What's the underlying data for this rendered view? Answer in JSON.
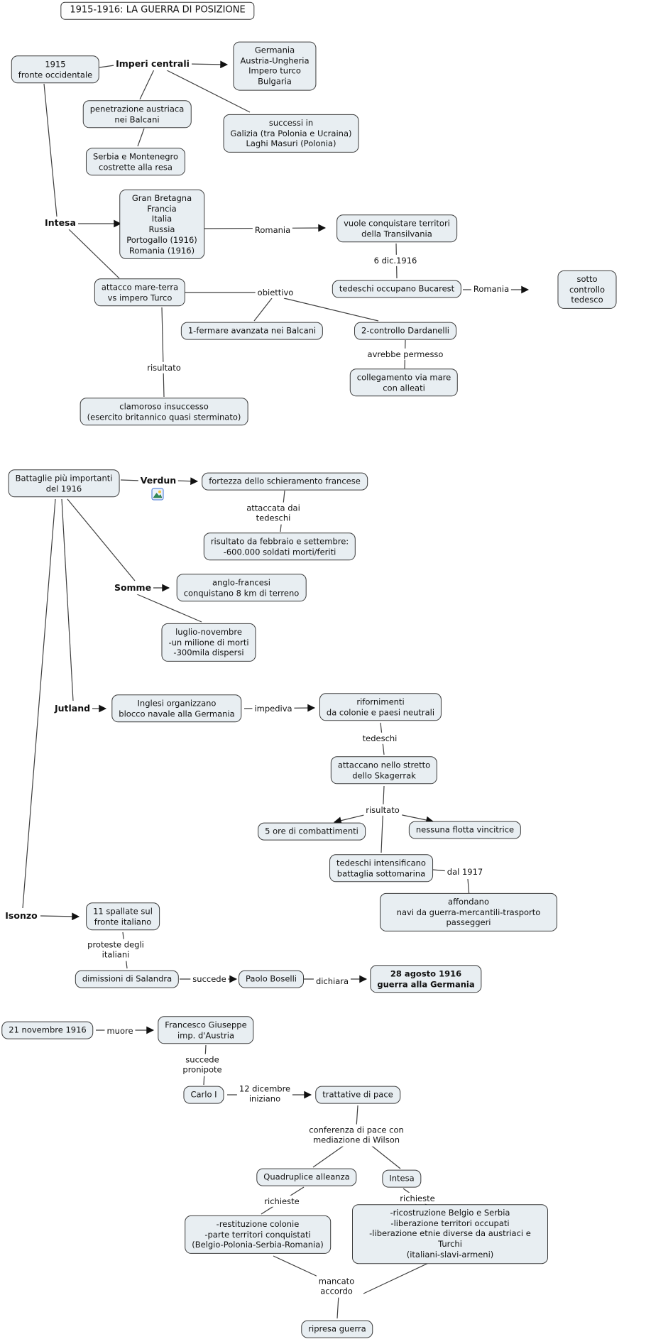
{
  "title": "1915-1916: LA GUERRA DI POSIZIONE",
  "colors": {
    "node_fill": "#e8eef2",
    "node_border": "#3c3c3c",
    "line": "#3f3f3f",
    "attachment_icon_border": "#3b6fd4",
    "attachment_icon_sun": "#f5c33b",
    "attachment_icon_mountain": "#2e8b57"
  },
  "icons": {
    "verdun_attachment": "image-attachment-icon"
  },
  "nodes": {
    "fronte_1915": {
      "label": "1915\nfronte occidentale"
    },
    "germania": {
      "label": "Germania\nAustria-Ungheria\nImpero turco\nBulgaria"
    },
    "penetrazione": {
      "label": "penetrazione austriaca\nnei Balcani"
    },
    "successi": {
      "label": "successi in\nGalizia (tra Polonia e Ucraina)\nLaghi Masuri (Polonia)"
    },
    "serbia": {
      "label": "Serbia e Montenegro\ncostrette alla resa"
    },
    "intesa_paesi": {
      "label": "Gran Bretagna\nFrancia\nItalia\nRussia\nPortogallo (1916)\nRomania (1916)"
    },
    "vuole": {
      "label": "vuole conquistare territori\ndella Transilvania"
    },
    "bucarest": {
      "label": "tedeschi occupano Bucarest"
    },
    "sotto_controllo": {
      "label": "sotto controllo tedesco"
    },
    "attacco": {
      "label": "attacco mare-terra\nvs impero Turco"
    },
    "fermare": {
      "label": "1-fermare avanzata nei Balcani"
    },
    "dardanelli": {
      "label": "2-controllo Dardanelli"
    },
    "collegamento": {
      "label": "collegamento via mare\ncon alleati"
    },
    "clamoroso": {
      "label": "clamoroso insuccesso\n(esercito britannico quasi sterminato)"
    },
    "battaglie": {
      "label": "Battaglie più importanti\ndel 1916"
    },
    "fortezza": {
      "label": "fortezza dello schieramento francese"
    },
    "risultato_verdun": {
      "label": "risultato da febbraio e settembre:\n-600.000 soldati morti/feriti"
    },
    "anglo": {
      "label": "anglo-francesi\nconquistano 8 km di terreno"
    },
    "luglio": {
      "label": "luglio-novembre\n-un milione di morti\n-300mila dispersi"
    },
    "inglesi": {
      "label": "Inglesi organizzano\nblocco navale alla Germania"
    },
    "rifornimenti": {
      "label": "rifornimenti\nda colonie e paesi neutrali"
    },
    "attaccano": {
      "label": "attaccano nello stretto\ndello Skagerrak"
    },
    "cinque_ore": {
      "label": "5 ore di combattimenti"
    },
    "nessuna_flotta": {
      "label": "nessuna flotta vincitrice"
    },
    "intensificano": {
      "label": "tedeschi intensificano\nbattaglia sottomarina"
    },
    "affondano": {
      "label": "affondano\nnavi da guerra-mercantili-trasporto passeggeri"
    },
    "spallate": {
      "label": "11 spallate sul\nfronte italiano"
    },
    "dimissioni": {
      "label": "dimissioni di Salandra"
    },
    "boselli": {
      "label": "Paolo Boselli"
    },
    "guerra_germania": {
      "label": "28 agosto 1916\nguerra alla Germania"
    },
    "nov21": {
      "label": "21 novembre 1916"
    },
    "francesco": {
      "label": "Francesco Giuseppe\nimp. d'Austria"
    },
    "carlo": {
      "label": "Carlo I"
    },
    "trattative": {
      "label": "trattative di pace"
    },
    "quadruplice": {
      "label": "Quadruplice alleanza"
    },
    "intesa_box": {
      "label": "Intesa"
    },
    "restituzione": {
      "label": "-restituzione colonie\n-parte territori conquistati\n(Belgio-Polonia-Serbia-Romania)"
    },
    "ricostruzione": {
      "label": "-ricostruzione Belgio e Serbia\n-liberazione territori occupati\n-liberazione etnie diverse da austriaci e Turchi\n(italiani-slavi-armeni)"
    },
    "ripresa": {
      "label": "ripresa guerra"
    }
  },
  "labels": {
    "imperi": {
      "label": "Imperi centrali"
    },
    "intesa": {
      "label": "Intesa"
    },
    "romania1": {
      "label": "Romania"
    },
    "dic6": {
      "label": "6 dic.1916"
    },
    "romania2": {
      "label": "Romania"
    },
    "obiettivo": {
      "label": "obiettivo"
    },
    "avrebbe": {
      "label": "avrebbe permesso"
    },
    "risultato1": {
      "label": "risultato"
    },
    "verdun": {
      "label": "Verdun"
    },
    "attaccata": {
      "label": "attaccata dai\ntedeschi"
    },
    "somme": {
      "label": "Somme"
    },
    "jutland": {
      "label": "Jutland"
    },
    "impediva": {
      "label": "impediva"
    },
    "tedeschi": {
      "label": "tedeschi"
    },
    "risultato2": {
      "label": "risultato"
    },
    "dal1917": {
      "label": "dal 1917"
    },
    "isonzo": {
      "label": "Isonzo"
    },
    "proteste": {
      "label": "proteste degli\nitaliani"
    },
    "succede": {
      "label": "succede"
    },
    "dichiara": {
      "label": "dichiara"
    },
    "muore": {
      "label": "muore"
    },
    "succede_pronipote": {
      "label": "succede\npronipote"
    },
    "dic12": {
      "label": "12 dicembre\niniziano"
    },
    "conferenza": {
      "label": "conferenza di pace con\nmediazione di Wilson"
    },
    "richieste1": {
      "label": "richieste"
    },
    "richieste2": {
      "label": "richieste"
    },
    "mancato": {
      "label": "mancato\naccordo"
    }
  }
}
